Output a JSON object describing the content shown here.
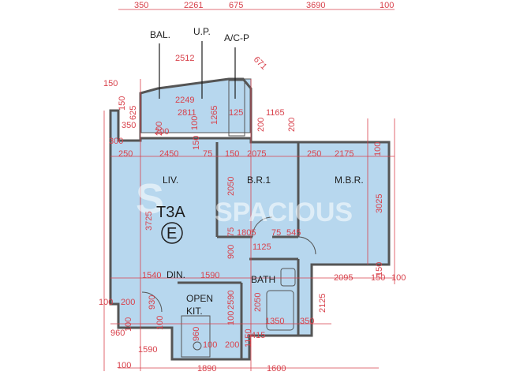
{
  "colors": {
    "floor_fill": "#b7d7ee",
    "wall": "#555555",
    "dimension": "#d8424c",
    "label": "#1e1e1e"
  },
  "labels": {
    "bal": "BAL.",
    "up": "U.P.",
    "acp": "A/C-P",
    "liv": "LIV.",
    "br1": "B.R.1",
    "mbr": "M.B.R.",
    "din": "DIN.",
    "bath": "BATH",
    "open": "OPEN",
    "kit": "KIT.",
    "unit_type": "T3A",
    "unit_letter": "E"
  },
  "watermark": {
    "text": "SPACIOUS",
    "logo_glyph": "S"
  },
  "dims_top": [
    "350",
    "2261",
    "675",
    "3690",
    "100"
  ],
  "dims_h": {
    "d2512": "2512",
    "d671": "671",
    "d150a": "150",
    "d2249": "2249",
    "d2811": "2811",
    "d125": "125",
    "d1165": "1165",
    "d350a": "350",
    "d200a": "200",
    "d2075": "2075",
    "d200b": "200",
    "d200c": "200",
    "d250a": "250",
    "d2450": "2450",
    "d75a": "75",
    "d150b": "150",
    "d250b": "250",
    "d2175": "2175",
    "d1805": "1805",
    "d75b": "75",
    "d545": "545",
    "d1125": "1125",
    "d1540": "1540",
    "d1590a": "1590",
    "d2095": "2095",
    "d150c": "150",
    "d100a": "100",
    "d100b": "100",
    "d200d": "200",
    "d1350": "1350",
    "d350b": "350",
    "d960a": "960",
    "d1590b": "1590",
    "d100c": "100",
    "d200e": "200",
    "d415": "415",
    "d100d": "100",
    "d1890": "1890",
    "d1600": "1600",
    "d300": "300"
  },
  "dims_v": {
    "v150": "150",
    "v625": "625",
    "v200": "200",
    "v1265": "1265",
    "v100a": "100",
    "v150b": "150",
    "v3725": "3725",
    "v2050a": "2050",
    "v3025": "3025",
    "v75": "75",
    "v900": "900",
    "v2590": "2590",
    "v2050b": "2050",
    "v2125": "2125",
    "v930": "930",
    "v100b": "100",
    "v100c": "100",
    "v960": "960",
    "v100d": "100",
    "v100e": "100",
    "v1150": "1150",
    "v150c": "150"
  }
}
